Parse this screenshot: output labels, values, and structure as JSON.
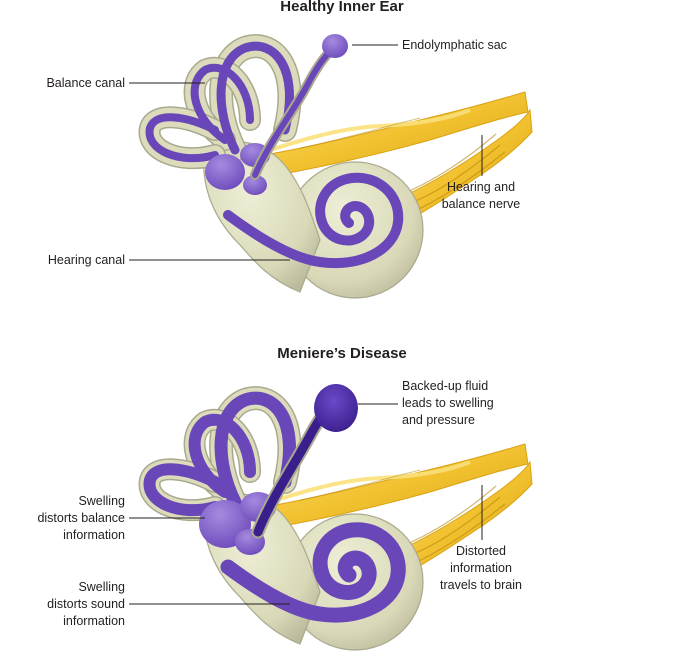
{
  "panels": [
    {
      "title": "Healthy Inner Ear",
      "labels": {
        "sac": "Endolymphatic sac",
        "balance": "Balance canal",
        "nerve": [
          "Hearing and",
          "balance nerve"
        ],
        "hearing": "Hearing canal"
      }
    },
    {
      "title": "Meniere’s Disease",
      "labels": {
        "fluid": [
          "Backed-up fluid",
          "leads to swelling",
          "and pressure"
        ],
        "balance": [
          "Swelling",
          "distorts balance",
          "information"
        ],
        "nerve": [
          "Distorted",
          "information",
          "travels to brain"
        ],
        "sound": [
          "Swelling",
          "distorts sound",
          "information"
        ]
      }
    }
  ],
  "colors": {
    "bone": "#dcdcbc",
    "bone_edge": "#a9a98e",
    "duct": "#7d5cc4",
    "duct_dark": "#4e2f96",
    "nerve": "#f2c230",
    "nerve_dark": "#d39b12"
  }
}
